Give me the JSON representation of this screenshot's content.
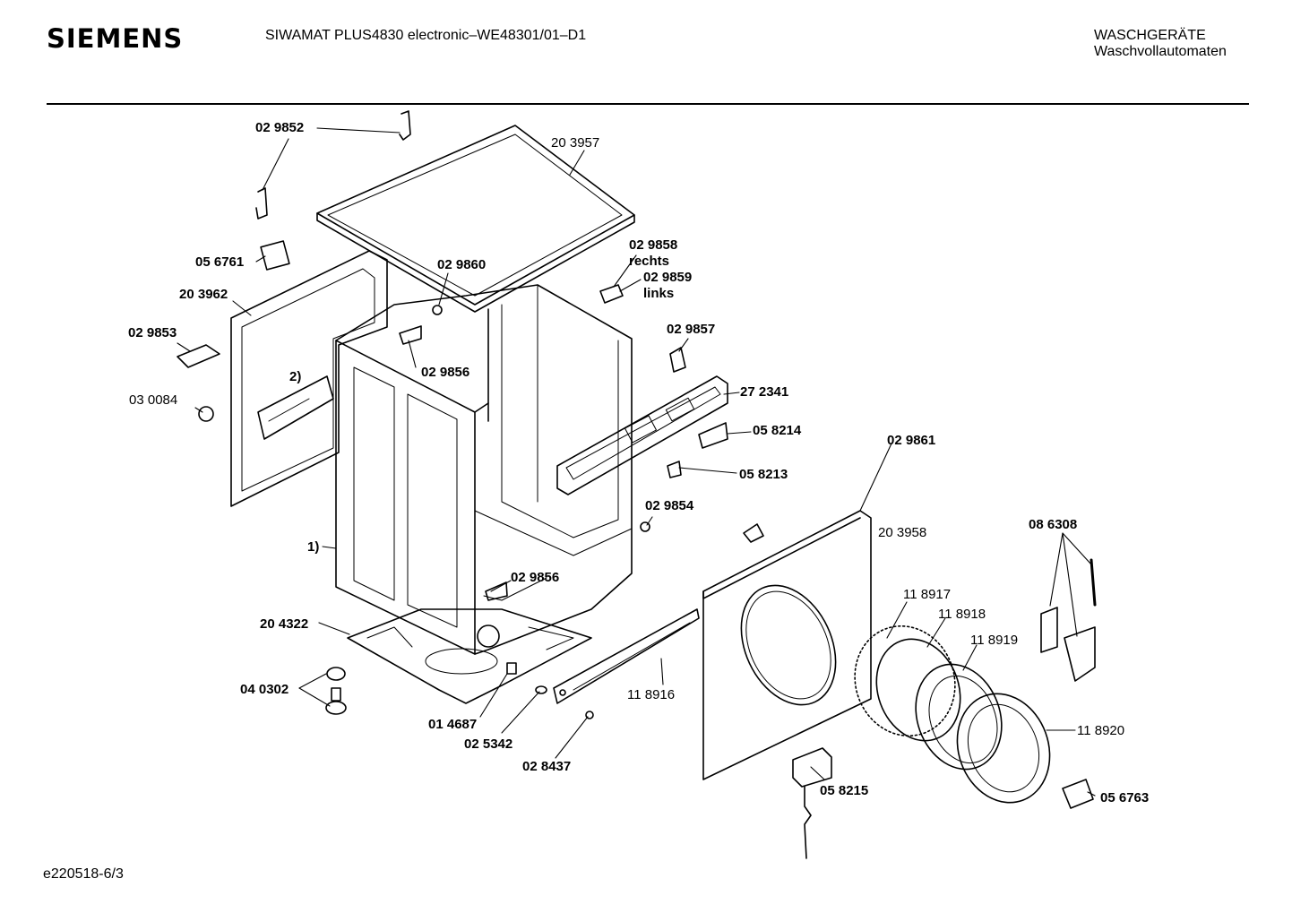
{
  "header": {
    "brand": "SIEMENS",
    "title": "SIWAMAT PLUS4830 electronic–WE48301/01–D1",
    "category_line1": "WASCHGERÄTE",
    "category_line2": "Waschvollautomaten"
  },
  "footer": {
    "code": "e220518-6/3"
  },
  "parts": {
    "p029852": "02 9852",
    "p203957": "20 3957",
    "p056761": "05 6761",
    "p029860": "02 9860",
    "p029858": "02 9858",
    "rechts": "rechts",
    "p029859": "02 9859",
    "links": "links",
    "p203962": "20 3962",
    "p029853": "02 9853",
    "p029857": "02 9857",
    "note2": "2)",
    "p029856a": "02 9856",
    "p272341": "27 2341",
    "p030084": "03 0084",
    "p058214": "05 8214",
    "p058213": "05 8213",
    "p029861": "02 9861",
    "p029854": "02 9854",
    "p203958": "20 3958",
    "p086308": "08 6308",
    "note1": "1)",
    "p029856b": "02 9856",
    "p118917": "11 8917",
    "p118918": "11 8918",
    "p118919": "11 8919",
    "p204322": "20 4322",
    "p040302": "04 0302",
    "p118916": "11 8916",
    "p014687": "01 4687",
    "p025342": "02 5342",
    "p118920": "11 8920",
    "p028437": "02 8437",
    "p058215": "05 8215",
    "p056763": "05 6763"
  }
}
